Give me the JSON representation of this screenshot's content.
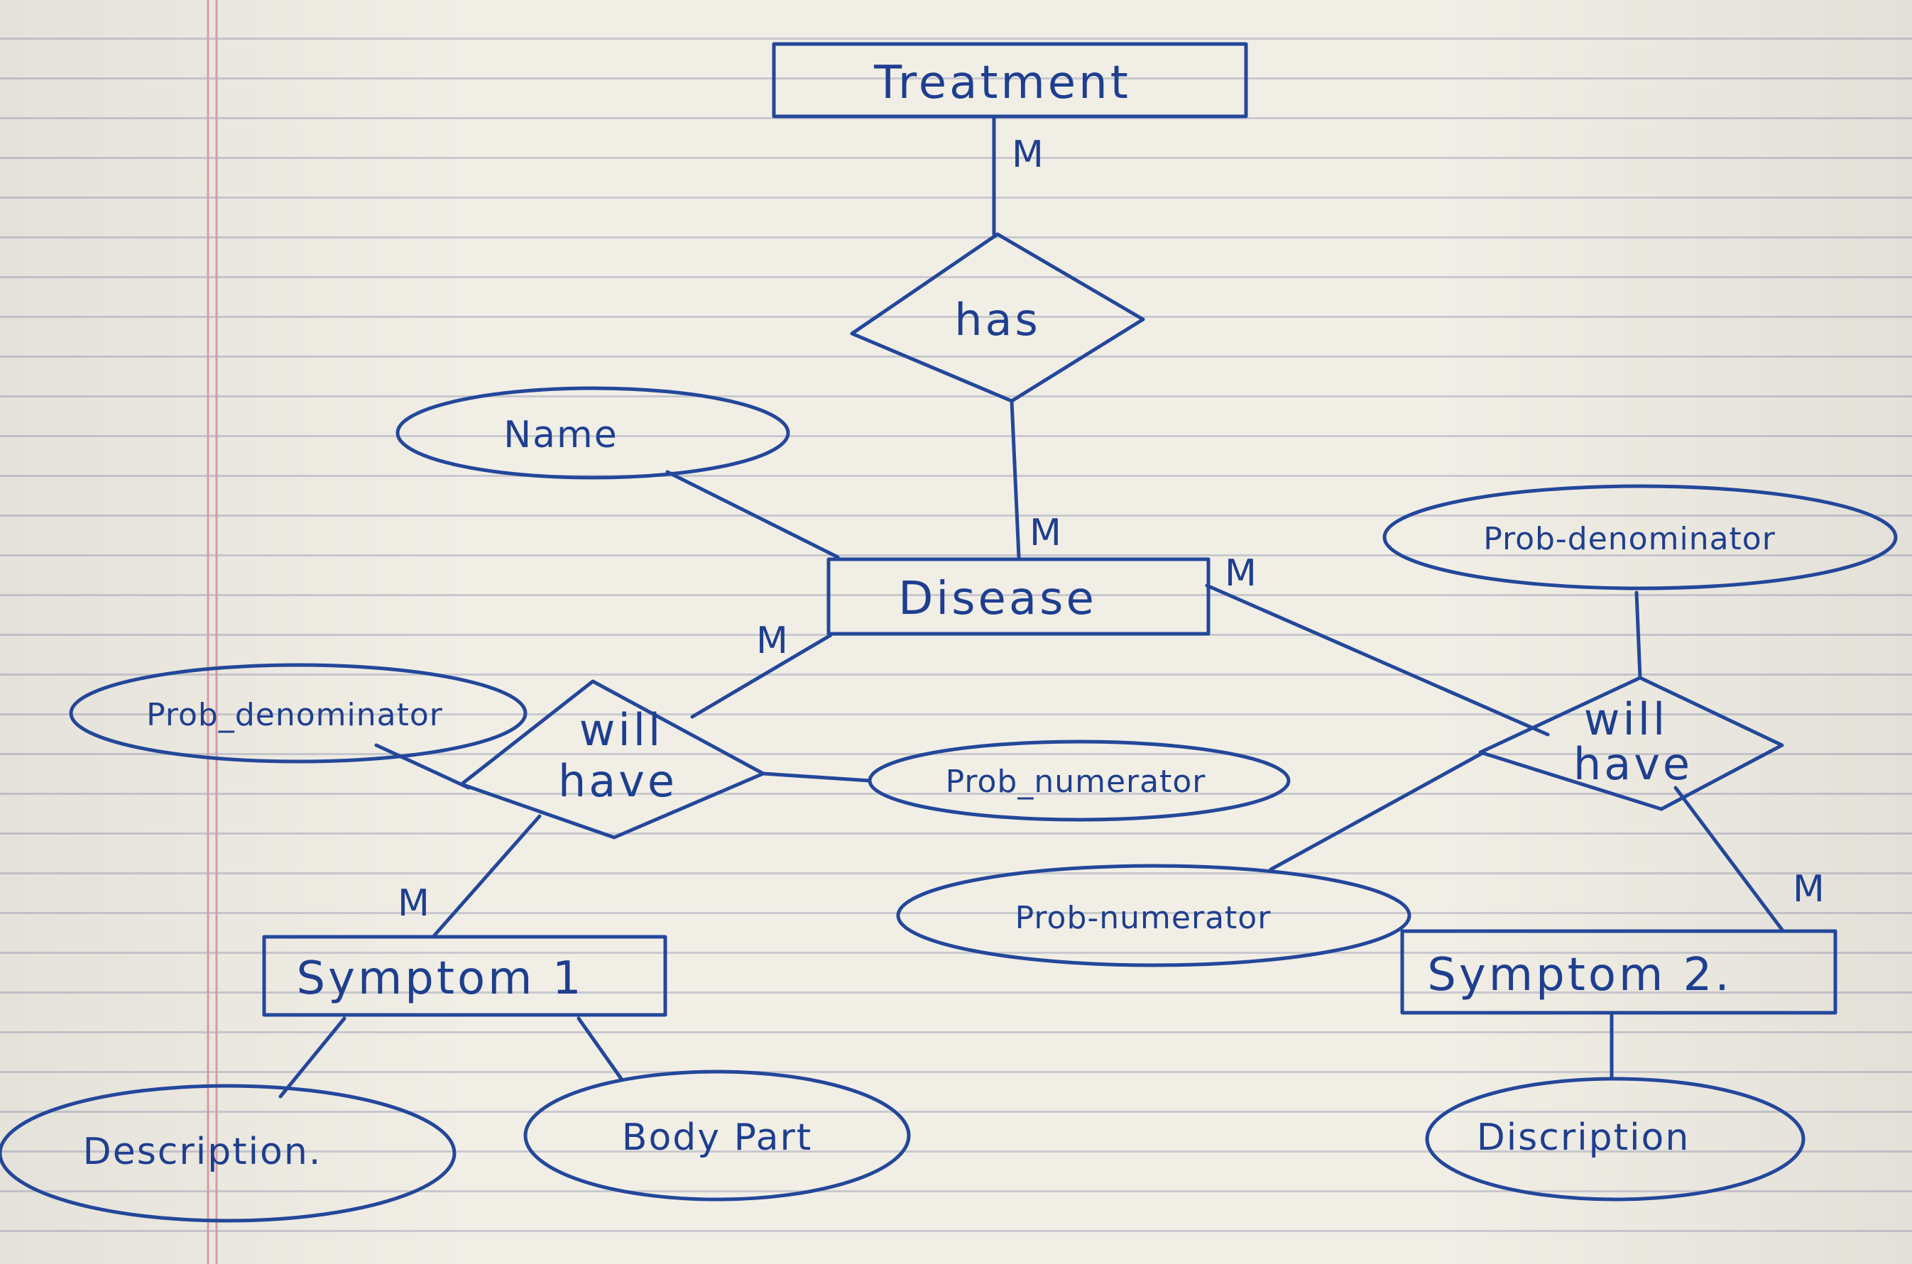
{
  "entities": {
    "treatment": "Treatment",
    "disease": "Disease",
    "symptom1": "Symptom 1",
    "symptom2": "Symptom 2."
  },
  "relationships": {
    "has": "has",
    "will_have_left": [
      "will",
      "have"
    ],
    "will_have_right": [
      "will",
      "have"
    ]
  },
  "attributes": {
    "disease_name": "Name",
    "left_prob_denominator": "Prob_denominator",
    "left_prob_numerator": "Prob_numerator",
    "right_prob_denominator": "Prob-denominator",
    "right_prob_numerator": "Prob-numerator",
    "symptom1_description": "Description.",
    "symptom1_body_part": "Body Part",
    "symptom2_description": "Discription"
  },
  "cardinalities": {
    "treatment_has": "M",
    "has_disease": "M",
    "disease_left": "M",
    "disease_right": "M",
    "symptom1": "M",
    "symptom2": "M"
  },
  "colors": {
    "ink": "#23479a",
    "paper": "#f1eee6",
    "rule": "#c9c9cf",
    "margin": "#d99aa6"
  }
}
